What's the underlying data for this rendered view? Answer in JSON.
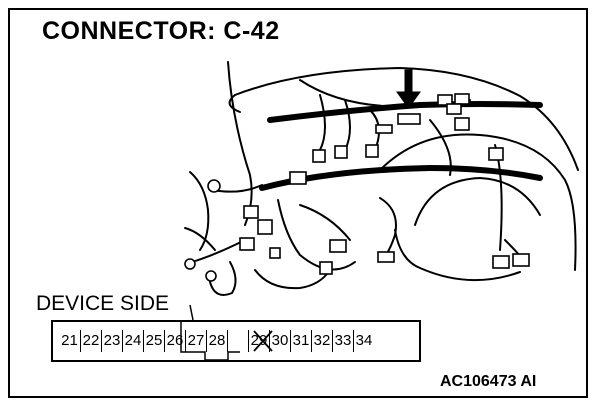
{
  "title": "CONNECTOR: C-42",
  "device_label": "DEVICE SIDE",
  "figure_code": "AC106473 AI",
  "connector": {
    "pins": [
      "21",
      "22",
      "23",
      "24",
      "25",
      "26",
      "27",
      "28",
      "",
      "29",
      "30",
      "31",
      "32",
      "33",
      "34"
    ],
    "blank_pin_index": 8
  }
}
